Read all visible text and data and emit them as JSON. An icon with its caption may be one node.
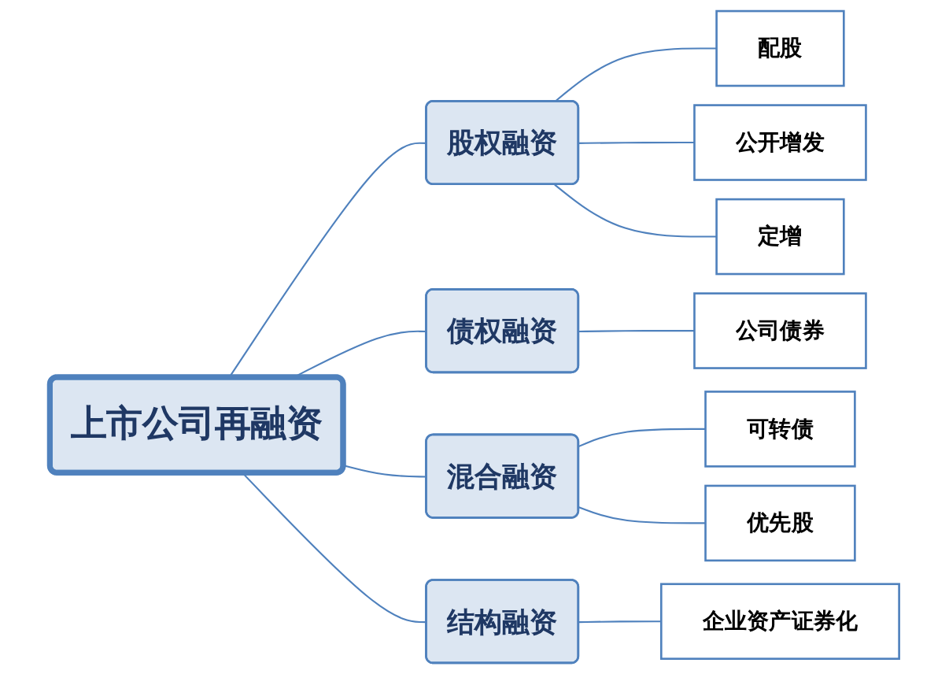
{
  "diagram": {
    "nodes": [
      {
        "text": [
          "上市公司再融资"
        ]
      },
      {
        "text": [
          "股权融资"
        ]
      },
      {
        "text": [
          "配股"
        ]
      },
      {
        "text": [
          "公开增发"
        ]
      },
      {
        "text": [
          "定增"
        ]
      },
      {
        "text": [
          "债权融资"
        ]
      },
      {
        "text": [
          "公司债券"
        ]
      },
      {
        "text": [
          "混合融资"
        ]
      },
      {
        "text": [
          "可转债"
        ]
      },
      {
        "text": [
          "优先股"
        ]
      },
      {
        "text": [
          "结构融资"
        ]
      },
      {
        "text": [
          "企业资产证券化"
        ]
      }
    ],
    "edges": [
      {
        "from": 0,
        "to": 1,
        "arrow": "none"
      },
      {
        "from": 1,
        "to": 2,
        "arrow": "none"
      },
      {
        "from": 1,
        "to": 3,
        "arrow": "none"
      },
      {
        "from": 1,
        "to": 4,
        "arrow": "none"
      },
      {
        "from": 0,
        "to": 5,
        "arrow": "none"
      },
      {
        "from": 5,
        "to": 6,
        "arrow": "none"
      },
      {
        "from": 0,
        "to": 7,
        "arrow": "none"
      },
      {
        "from": 7,
        "to": 8,
        "arrow": "none"
      },
      {
        "from": 7,
        "to": 9,
        "arrow": "none"
      },
      {
        "from": 0,
        "to": 10,
        "arrow": "none"
      },
      {
        "from": 10,
        "to": 11,
        "arrow": "none"
      }
    ]
  }
}
